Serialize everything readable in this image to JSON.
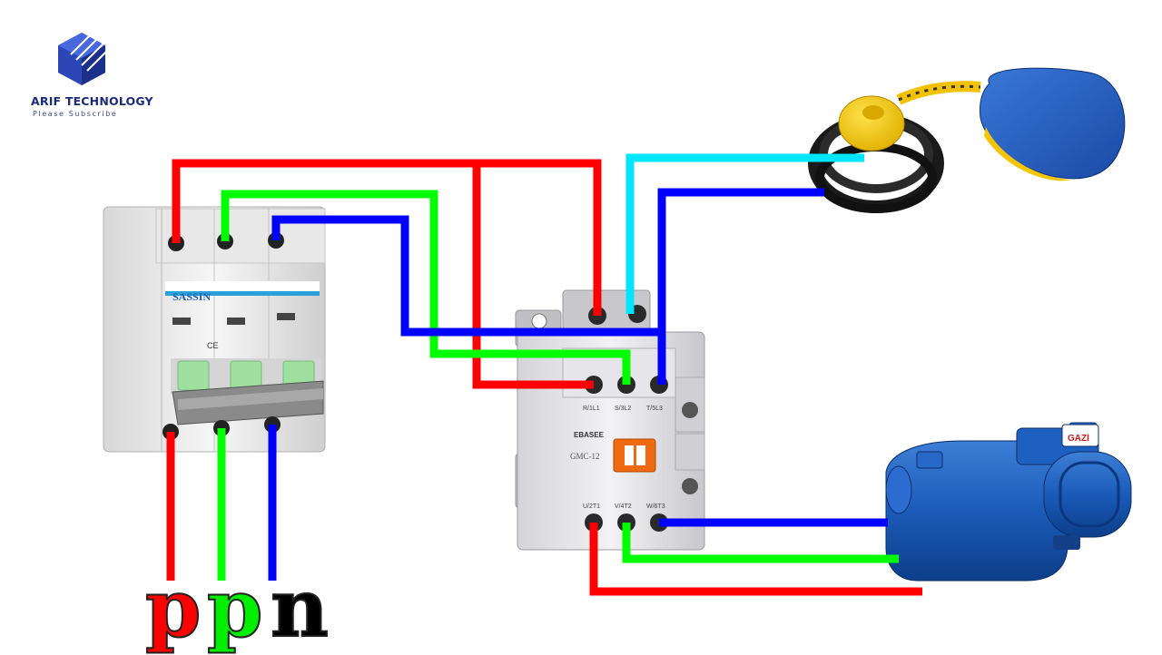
{
  "brand": {
    "name": "ARIF TECHNOLOGY",
    "tagline": "Please Subscribe"
  },
  "breaker": {
    "brand": "SASSIN",
    "mark": "CE"
  },
  "contactor": {
    "brand": "EBASEE",
    "model": "GMC-12",
    "top_terminals": [
      "R/1L1",
      "S/3L2",
      "T/5L3"
    ],
    "bottom_terminals": [
      "U/2T1",
      "V/4T2",
      "W/6T3"
    ]
  },
  "pump": {
    "brand": "GAZI"
  },
  "supply_labels": [
    {
      "text": "p",
      "color": "#ff0000"
    },
    {
      "text": "p",
      "color": "#00ee00"
    },
    {
      "text": "n",
      "color": "#000000"
    }
  ],
  "wire_colors": {
    "red": "#ff0000",
    "green": "#00ff00",
    "blue": "#0000ff",
    "cyan": "#00e5ff"
  },
  "icons": [
    "circuit-cube-logo-icon",
    "mcb-breaker-icon",
    "contactor-icon",
    "float-switch-icon",
    "water-pump-icon"
  ]
}
